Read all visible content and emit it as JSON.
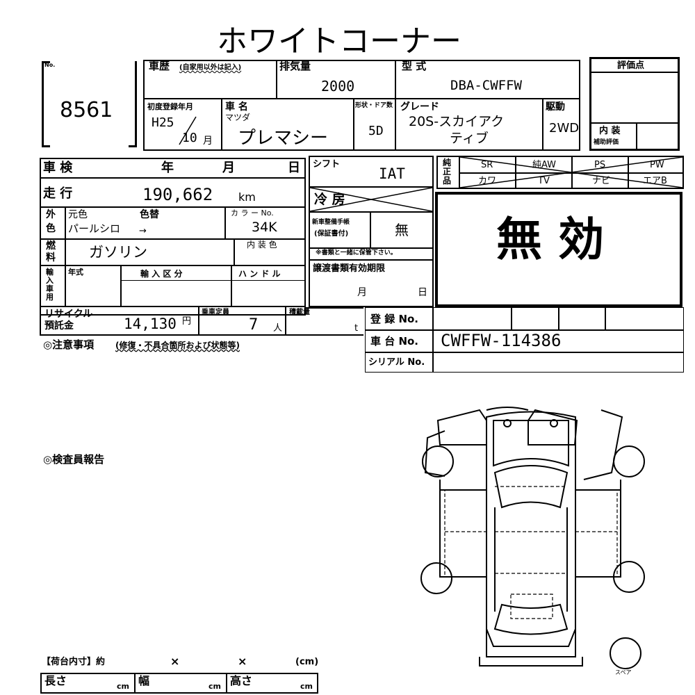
{
  "header": {
    "title": "ホワイトコーナー",
    "no_label": "No.",
    "lot_number": "8561"
  },
  "vehicle": {
    "history_label": "車歴",
    "history_note": "(自家用以外は記入)",
    "displacement_label": "排気量",
    "displacement": "2000",
    "model_label": "型 式",
    "model_code": "DBA-CWFFW",
    "first_reg_label": "初度登録年月",
    "first_reg_year": "H25",
    "first_reg_month": "10",
    "month_unit": "月",
    "name_label": "車 名",
    "maker": "マツダ",
    "car_name": "プレマシー",
    "shape_label": "形状・ドア数",
    "doors": "5D",
    "grade_label": "グレード",
    "grade_line1": "20S-スカイアク",
    "grade_line2": "ティブ",
    "drive_label": "駆動",
    "drive": "2WD"
  },
  "score": {
    "eval_label": "評価点",
    "interior_label": "内 装",
    "interior_sub": "補助評価"
  },
  "inspection": {
    "shaken_label": "車 検",
    "year_unit": "年",
    "month_unit": "月",
    "day_unit": "日",
    "mileage_label": "走 行",
    "mileage": "190,662",
    "mileage_unit": "km",
    "exterior_label1": "外",
    "exterior_label2": "色",
    "orig_color_label": "元色",
    "repaint_label": "色替",
    "orig_color": "パールシロ",
    "repaint_arrow": "→",
    "color_no_label": "カ ラ ー No.",
    "color_no": "34K",
    "fuel_label1": "燃",
    "fuel_label2": "料",
    "fuel": "ガソリン",
    "interior_color_label": "内 装 色",
    "import_label": "輸入車用",
    "year_type_label": "年式",
    "import_class_label": "輸 入 区 分",
    "handle_label": "ハ ン ド ル",
    "recycle_label1": "リサイクル",
    "recycle_label2": "預託金",
    "recycle_amount": "14,130",
    "yen_unit": "円",
    "capacity_label": "乗車定員",
    "capacity": "7",
    "capacity_unit": "人",
    "load_label": "積載量",
    "load_unit": "t",
    "notes_label": "◎注意事項",
    "notes_sub": "(修復・不具合箇所および状態等)"
  },
  "equipment": {
    "shift_label": "シフト",
    "shift": "IAT",
    "ac_label": "冷 房",
    "manual_label1": "新車整備手帳",
    "manual_label2": "(保証書付)",
    "manual_value": "無",
    "manual_note": "※書類と一緒に保管下さい。",
    "transfer_label": "譲渡書類有効期限",
    "transfer_month": "月",
    "transfer_day": "日",
    "genuine_label": "純正品",
    "options_row1": [
      "SR",
      "純AW",
      "PS",
      "PW"
    ],
    "options_row2": [
      "カワ",
      "TV",
      "ナビ",
      "エアB"
    ],
    "invalid_stamp": "無 効"
  },
  "registration": {
    "reg_no_label": "登 録 No.",
    "chassis_label": "車 台 No.",
    "chassis_no": "CWFFW-114386",
    "serial_label": "シリアル No."
  },
  "inspector": {
    "report_label": "◎検査員報告"
  },
  "cargo": {
    "title": "【荷台内寸】約",
    "times1": "×",
    "times2": "×",
    "unit_label": "(cm)",
    "length_label": "長さ",
    "width_label": "幅",
    "height_label": "高さ",
    "cm": "cm"
  },
  "diagram": {
    "spare_label": "スペア"
  }
}
